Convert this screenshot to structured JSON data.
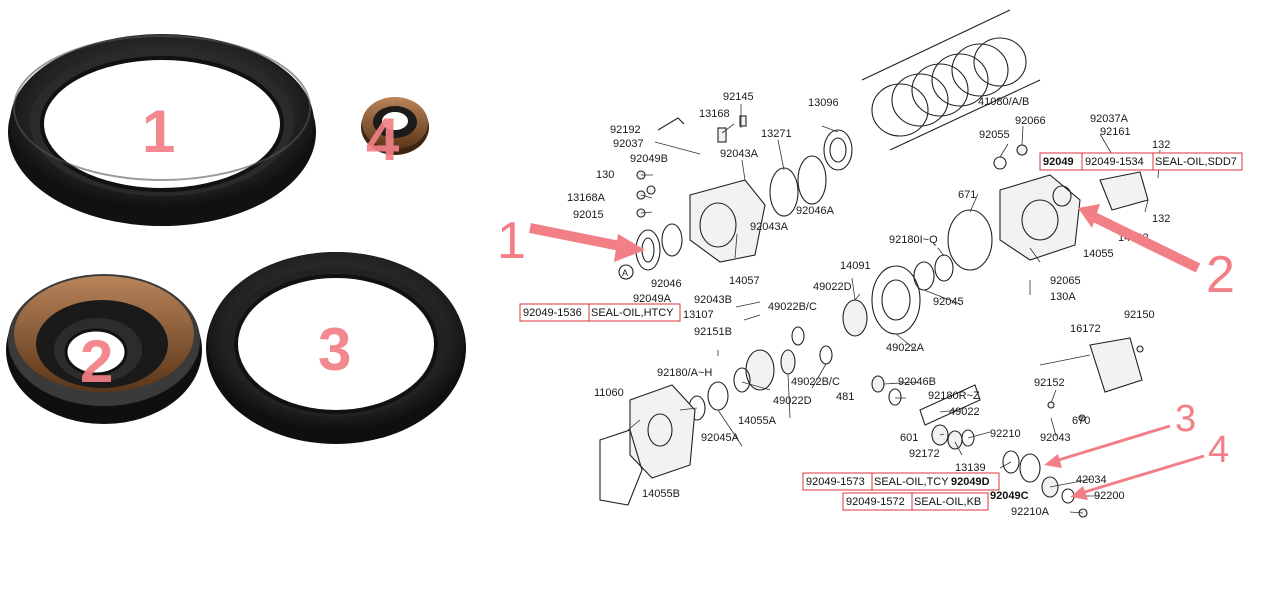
{
  "photo_numbers": [
    "1",
    "2",
    "3",
    "4"
  ],
  "diagram_numbers": [
    "1",
    "2",
    "3",
    "4"
  ],
  "highlights": {
    "seal_1": {
      "part": "92049-1536",
      "desc": "SEAL-OIL,HTCY"
    },
    "seal_2": {
      "ref": "92049",
      "part": "92049-1534",
      "desc": "SEAL-OIL,SDD7"
    },
    "seal_3": {
      "part": "92049-1573",
      "desc": "SEAL-OIL,TCY",
      "ref": "92049D"
    },
    "seal_4": {
      "part": "92049-1572",
      "desc": "SEAL-OIL,KB",
      "ref": "92049C"
    }
  },
  "circle_marker": "A",
  "part_labels": {
    "p92145": "92145",
    "p13168a": "13168",
    "p92192": "92192",
    "p92037": "92037",
    "p92049b": "92049B",
    "p130": "130",
    "p13168A": "13168A",
    "p92015": "92015",
    "p92043a_1": "92043A",
    "p13271": "13271",
    "p13096": "13096",
    "p92046a": "92046A",
    "p92043a_2": "92043A",
    "p41080": "41080/A/B",
    "p92066": "92066",
    "p92055": "92055",
    "p92037a": "92037A",
    "p92161": "92161",
    "p132a": "132",
    "p132b": "132",
    "p14092": "14092",
    "p671": "671",
    "p92180": "92180I~Q",
    "p14055": "14055",
    "p92065": "92065",
    "p130a": "130A",
    "p92045": "92045",
    "p14091": "14091",
    "p49022d": "49022D",
    "p49022a": "49022A",
    "p92046": "92046",
    "p92049a": "92049A",
    "p14057": "14057",
    "p92043b": "92043B",
    "p49022bc_1": "49022B/C",
    "p13107": "13107",
    "p92151b": "92151B",
    "p92180ah": "92180/A~H",
    "p11060": "11060",
    "p14055a": "14055A",
    "p49022d_2": "49022D",
    "p49022bc_2": "49022B/C",
    "p92045a": "92045A",
    "p14055b": "14055B",
    "p92046b": "92046B",
    "p481": "481",
    "p92180rz": "92180R~Z",
    "p49022": "49022",
    "p601": "601",
    "p92210": "92210",
    "p92172": "92172",
    "p13139": "13139",
    "p92150": "92150",
    "p16172": "16172",
    "p92152": "92152",
    "p670": "670",
    "p92043": "92043",
    "p42034": "42034",
    "p92200": "92200",
    "p92210a": "92210A"
  },
  "colors": {
    "accent": "#f27f86",
    "highlight_border": "#d9363e",
    "seal_rubber": "#1c1c1c",
    "seal_brown": "#8a5a2e"
  }
}
